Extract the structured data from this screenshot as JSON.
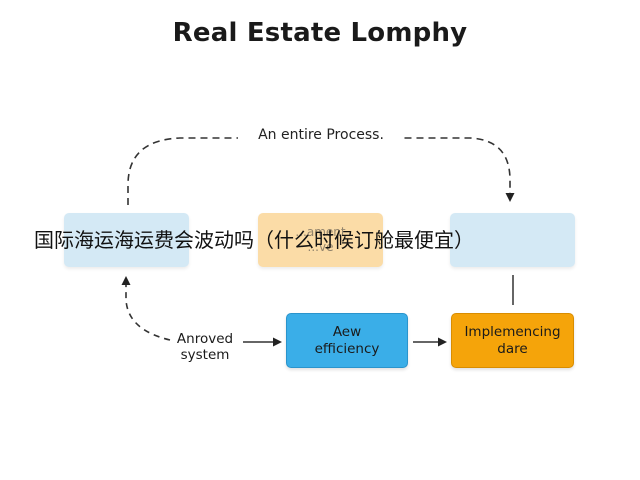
{
  "title": "Real Estate Lomphy",
  "loop_label": "An entire Process.",
  "top_boxes": [
    {
      "label": "",
      "color": "#d4e9f5"
    },
    {
      "label": "...ament\n...ve",
      "color": "#fbdca7"
    },
    {
      "label": "",
      "color": "#d4e9f5"
    }
  ],
  "side_label": "Anroved\nsystem",
  "bottom_boxes": [
    {
      "label": "Aew\nefficiency",
      "color": "#3aaee8"
    },
    {
      "label": "Implemencing\ndare",
      "color": "#f5a40a"
    }
  ],
  "overlay_text": "国际海运海运费会波动吗（什么时候订舱最便宜）",
  "colors": {
    "light_blue": "#d4e9f5",
    "light_orange": "#fbdca7",
    "blue": "#3aaee8",
    "orange": "#f5a40a",
    "line": "#333333"
  }
}
